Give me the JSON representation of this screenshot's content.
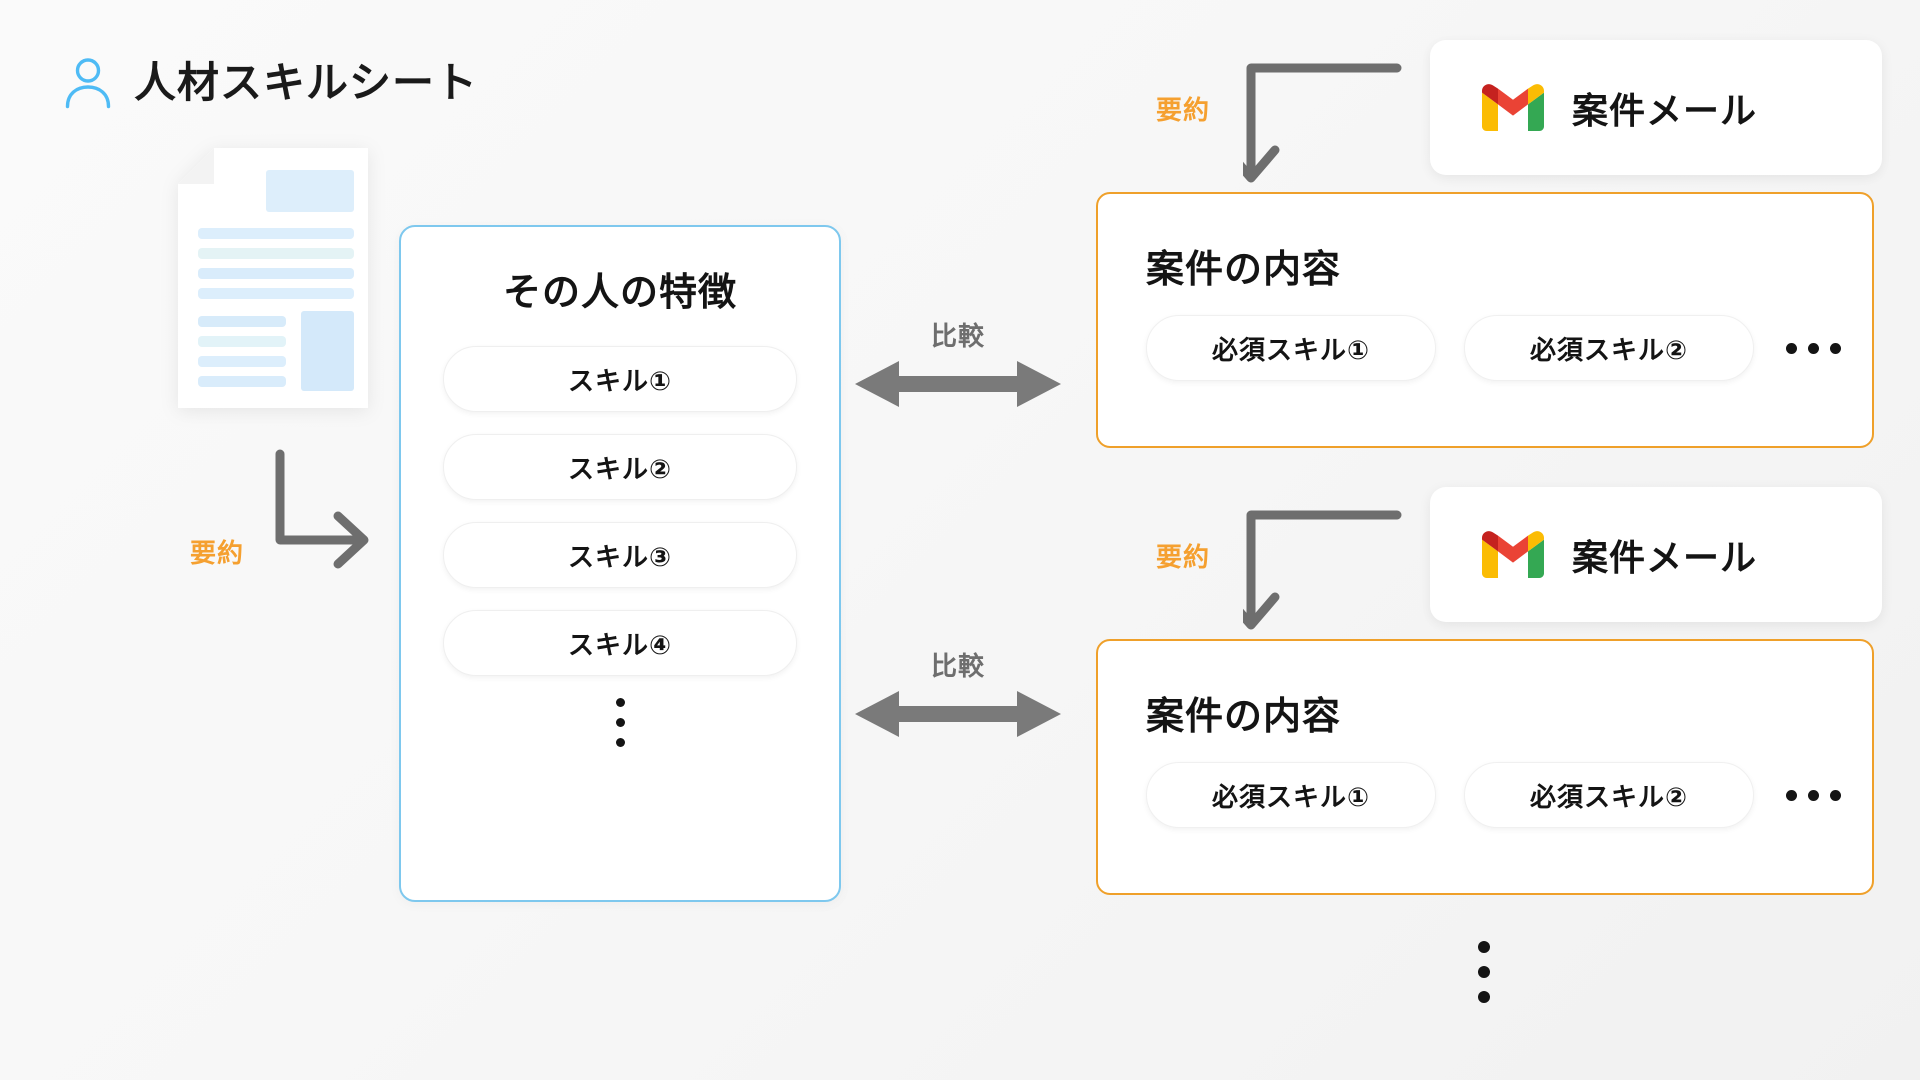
{
  "left": {
    "title": "人材スキルシート",
    "person_icon": "person-icon",
    "document_icon": "document-icon",
    "summarize_label": "要約",
    "summarize_arrow_icon": "elbow-arrow-right-icon"
  },
  "features_card": {
    "title": "その人の特徴",
    "skills": [
      "スキル①",
      "スキル②",
      "スキル③",
      "スキル④"
    ],
    "more_icon": "vertical-ellipsis-icon",
    "border_color": "#7EC8EE"
  },
  "compare": [
    {
      "label": "比較",
      "icon": "double-headed-arrow-icon"
    },
    {
      "label": "比較",
      "icon": "double-headed-arrow-icon"
    }
  ],
  "right": {
    "summarize_label": "要約",
    "summarize_arrow_icon": "elbow-arrow-down-icon",
    "mail_cards": [
      {
        "icon": "gmail-icon",
        "label": "案件メール"
      },
      {
        "icon": "gmail-icon",
        "label": "案件メール"
      }
    ],
    "project_cards": [
      {
        "title": "案件の内容",
        "required_skills": [
          "必須スキル①",
          "必須スキル②"
        ],
        "more_icon": "horizontal-ellipsis-icon"
      },
      {
        "title": "案件の内容",
        "required_skills": [
          "必須スキル①",
          "必須スキル②"
        ],
        "more_icon": "horizontal-ellipsis-icon"
      }
    ],
    "more_icon": "vertical-ellipsis-icon",
    "border_color": "#EFA02A"
  },
  "colors": {
    "accent_orange": "#F5A030",
    "accent_blue": "#7EC8EE",
    "arrow_gray": "#6E6E6E",
    "text_dark": "#141414"
  }
}
